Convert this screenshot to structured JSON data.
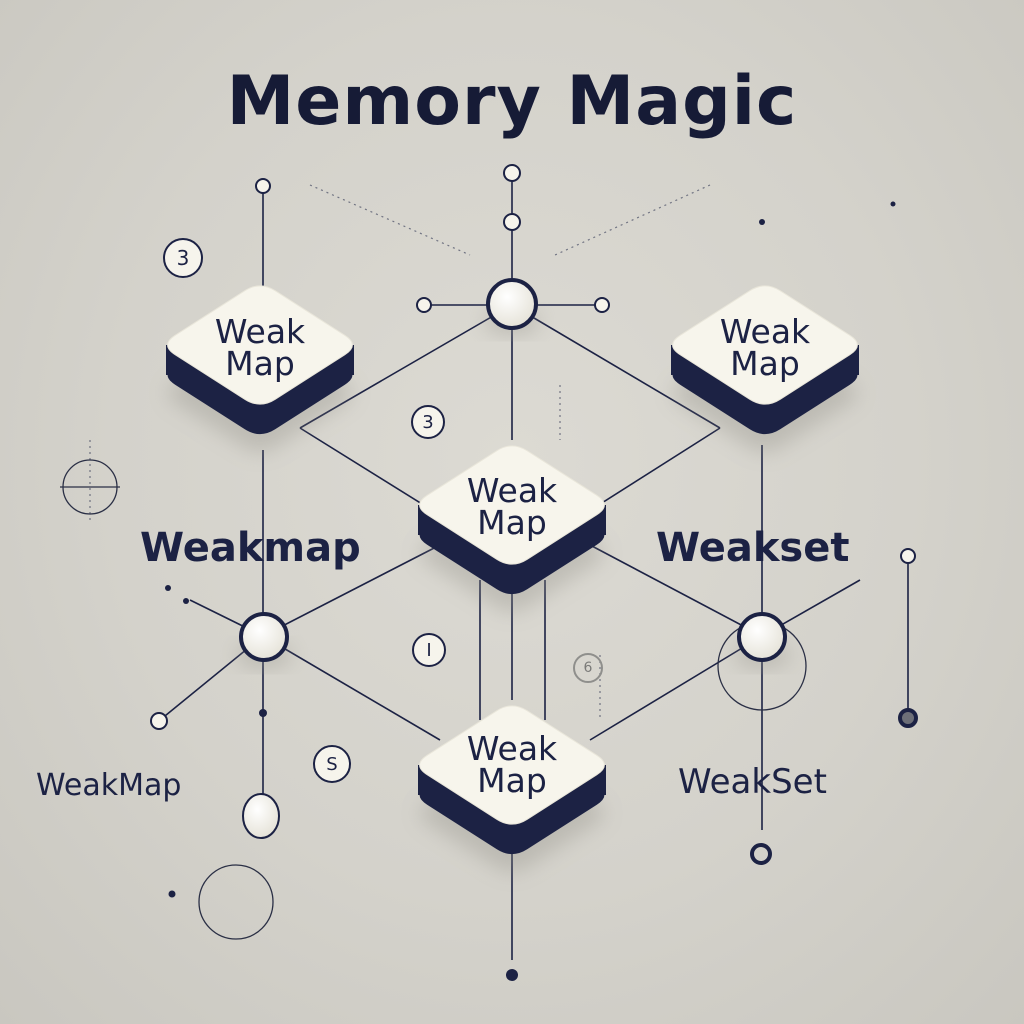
{
  "title": "Memory Magic",
  "nodes": [
    {
      "id": "map-top-left",
      "line1": "Weak",
      "line2": "Map"
    },
    {
      "id": "map-top-right",
      "line1": "Weak",
      "line2": "Map"
    },
    {
      "id": "map-center",
      "line1": "Weak",
      "line2": "Map"
    },
    {
      "id": "map-bottom",
      "line1": "Weak",
      "line2": "Map"
    }
  ],
  "labels": {
    "weakmap_bold": "Weakmap",
    "weakset_bold": "Weakset",
    "weakmap_small": "WeakMap",
    "weakset_small": "WeakSet"
  },
  "badges": {
    "top_left": "3",
    "middle": "3",
    "lower_middle": "I",
    "lower_left": "S",
    "lower_right": "6"
  },
  "colors": {
    "background": "#d4d2cb",
    "ink": "#1c2244",
    "node_face": "#f7f5ec"
  }
}
